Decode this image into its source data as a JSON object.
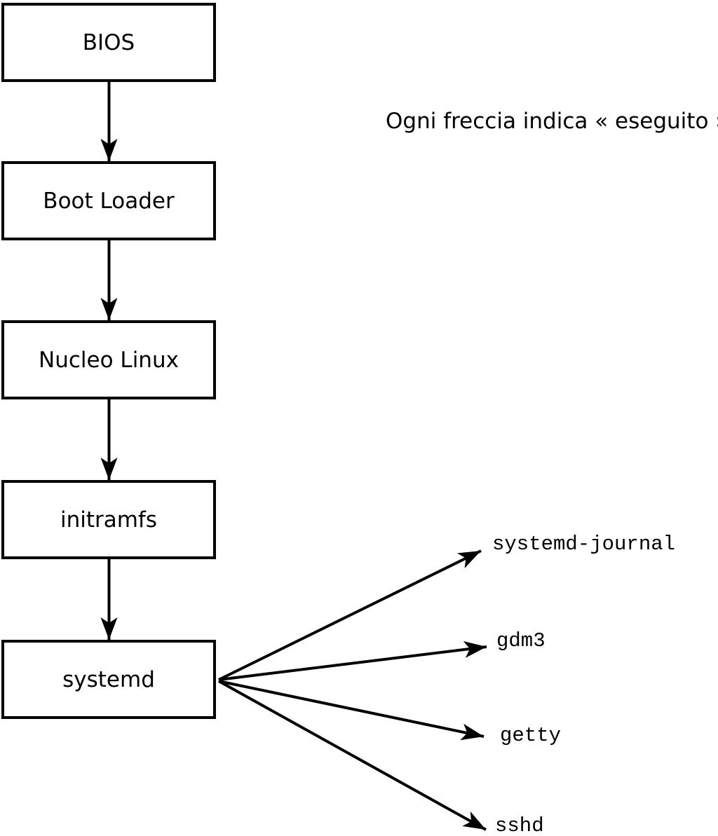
{
  "diagram": {
    "caption": "Ogni freccia indica « eseguito ».",
    "boot_chain": [
      {
        "label": "BIOS"
      },
      {
        "label": "Boot Loader"
      },
      {
        "label": "Nucleo Linux"
      },
      {
        "label": "initramfs"
      },
      {
        "label": "systemd"
      }
    ],
    "spawned_services": [
      {
        "label": "systemd-journal"
      },
      {
        "label": "gdm3"
      },
      {
        "label": "getty"
      },
      {
        "label": "sshd"
      }
    ],
    "arrow_meaning": "eseguito",
    "colors": {
      "stroke": "#000000",
      "box_fill": "#ffffff",
      "background": "#ffffff",
      "text": "#000000"
    }
  }
}
